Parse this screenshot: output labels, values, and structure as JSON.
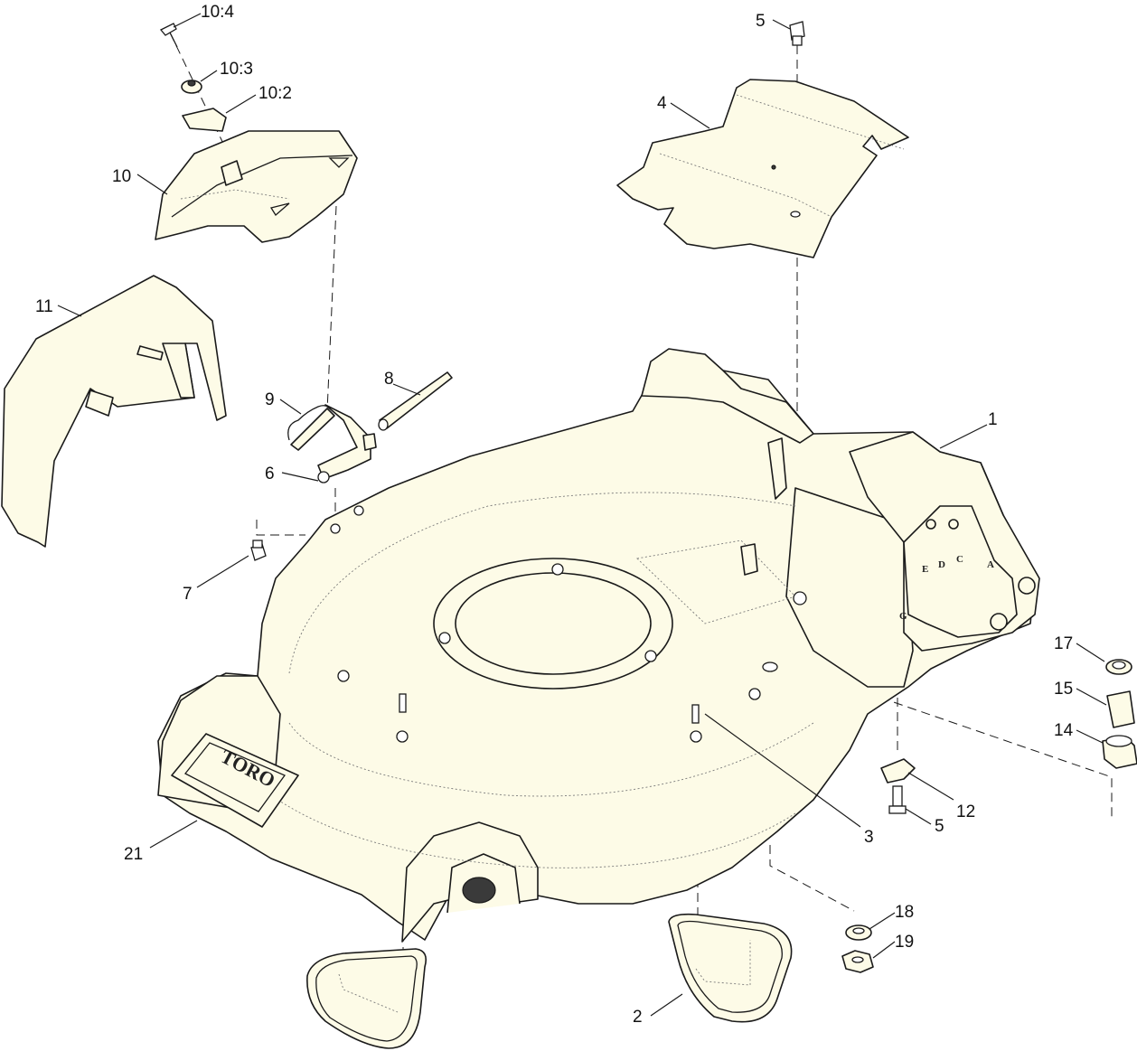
{
  "diagram": {
    "logo_text": "TORO",
    "deck_markings": [
      "G",
      "E",
      "D",
      "C",
      "A"
    ],
    "callouts": [
      {
        "id": "c-10-4",
        "label": "10:4"
      },
      {
        "id": "c-10-3",
        "label": "10:3"
      },
      {
        "id": "c-10-2",
        "label": "10:2"
      },
      {
        "id": "c-10",
        "label": "10"
      },
      {
        "id": "c-5-top",
        "label": "5"
      },
      {
        "id": "c-4",
        "label": "4"
      },
      {
        "id": "c-11",
        "label": "11"
      },
      {
        "id": "c-9",
        "label": "9"
      },
      {
        "id": "c-8",
        "label": "8"
      },
      {
        "id": "c-6",
        "label": "6"
      },
      {
        "id": "c-1",
        "label": "1"
      },
      {
        "id": "c-7",
        "label": "7"
      },
      {
        "id": "c-17",
        "label": "17"
      },
      {
        "id": "c-15",
        "label": "15"
      },
      {
        "id": "c-14",
        "label": "14"
      },
      {
        "id": "c-12",
        "label": "12"
      },
      {
        "id": "c-5-bottom",
        "label": "5"
      },
      {
        "id": "c-3",
        "label": "3"
      },
      {
        "id": "c-21",
        "label": "21"
      },
      {
        "id": "c-18",
        "label": "18"
      },
      {
        "id": "c-19",
        "label": "19"
      },
      {
        "id": "c-2",
        "label": "2"
      }
    ]
  }
}
